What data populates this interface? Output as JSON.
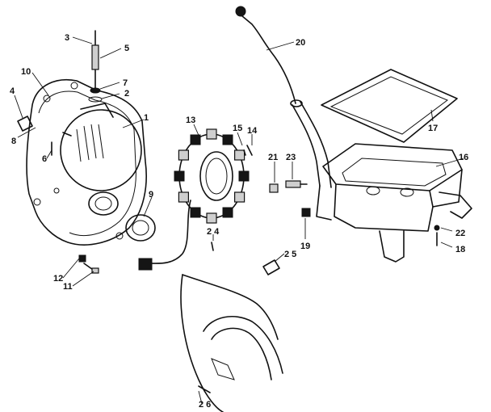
{
  "callouts": [
    {
      "id": "1",
      "text": "1"
    },
    {
      "id": "2",
      "text": "2"
    },
    {
      "id": "3",
      "text": "3"
    },
    {
      "id": "4",
      "text": "4"
    },
    {
      "id": "5",
      "text": "5"
    },
    {
      "id": "6",
      "text": "6"
    },
    {
      "id": "7",
      "text": "7"
    },
    {
      "id": "8",
      "text": "8"
    },
    {
      "id": "9",
      "text": "9"
    },
    {
      "id": "10",
      "text": "10"
    },
    {
      "id": "11",
      "text": "11"
    },
    {
      "id": "12",
      "text": "12"
    },
    {
      "id": "13",
      "text": "13"
    },
    {
      "id": "14",
      "text": "14"
    },
    {
      "id": "15",
      "text": "15"
    },
    {
      "id": "16",
      "text": "16"
    },
    {
      "id": "17",
      "text": "17"
    },
    {
      "id": "18",
      "text": "18"
    },
    {
      "id": "19",
      "text": "19"
    },
    {
      "id": "20",
      "text": "20"
    },
    {
      "id": "21",
      "text": "21"
    },
    {
      "id": "22",
      "text": "22"
    },
    {
      "id": "23",
      "text": "23"
    },
    {
      "id": "24",
      "text": "2 4"
    },
    {
      "id": "25",
      "text": "2 5"
    },
    {
      "id": "26",
      "text": "2 6"
    }
  ],
  "colors": {
    "ink": "#111111",
    "paper": "#ffffff"
  }
}
